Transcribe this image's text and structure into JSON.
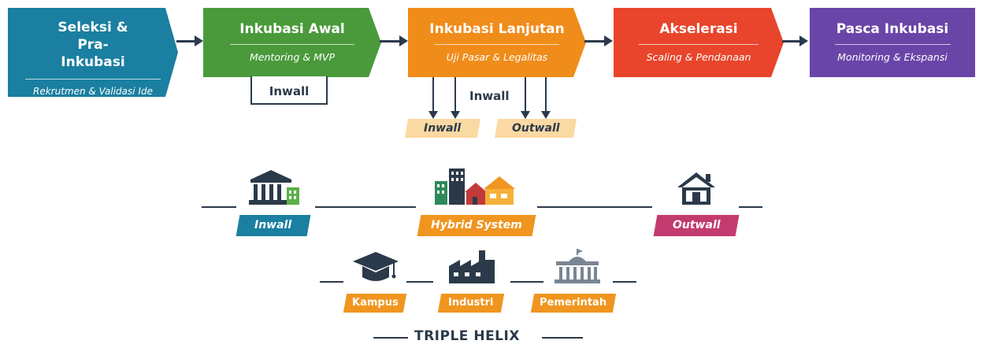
{
  "stages": [
    {
      "title": "Seleksi & Pra-Inkubasi",
      "subtitle": "Rekrutmen & Validasi Ide",
      "color": "#1a7fa0"
    },
    {
      "title": "Inkubasi Awal",
      "subtitle": "Mentoring & MVP",
      "color": "#4a9a3c"
    },
    {
      "title": "Inkubasi Lanjutan",
      "subtitle": "Uji Pasar & Legalitas",
      "color": "#f08c1a"
    },
    {
      "title": "Akselerasi",
      "subtitle": "Scaling & Pendanaan",
      "color": "#e8452c"
    },
    {
      "title": "Pasca Inkubasi",
      "subtitle": "Monitoring & Ekspansi",
      "color": "#6a45a8"
    }
  ],
  "inkubasi_awal_label": "Inwall",
  "lanjutan": {
    "label": "Inwall",
    "inwall_tag": "Inwall",
    "outwall_tag": "Outwall"
  },
  "systems": {
    "inwall": "Inwall",
    "hybrid": "Hybrid System",
    "outwall": "Outwall"
  },
  "helix": {
    "kampus": "Kampus",
    "industri": "Industri",
    "pemerintah": "Pemerintah",
    "title": "TRIPLE HELIX"
  },
  "colors": {
    "dark": "#2b3a4a",
    "teal": "#1a7fa0",
    "orange": "#f0951f",
    "pale_orange": "#fbd9a3",
    "magenta": "#c23a6e"
  }
}
